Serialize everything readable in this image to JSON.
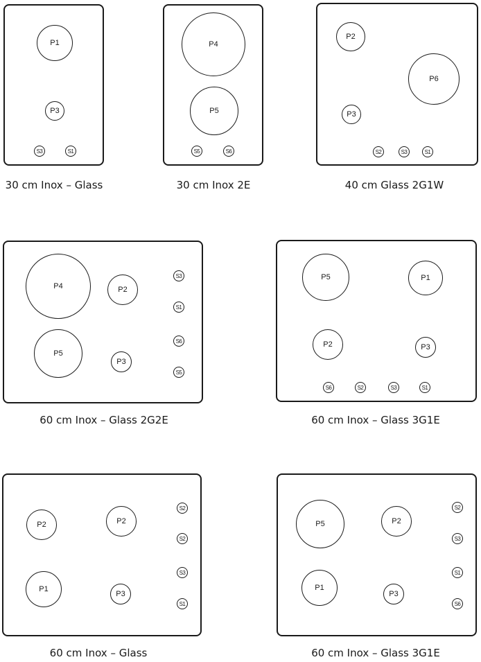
{
  "hobs": [
    {
      "caption": "30 cm Inox – Glass",
      "burners": [
        "P1",
        "P3"
      ],
      "knobs": [
        "S3",
        "S1"
      ]
    },
    {
      "caption": "30 cm Inox 2E",
      "burners": [
        "P4",
        "P5"
      ],
      "knobs": [
        "S5",
        "S6"
      ]
    },
    {
      "caption": "40 cm Glass 2G1W",
      "burners": [
        "P2",
        "P6",
        "P3"
      ],
      "knobs": [
        "S2",
        "S3",
        "S1"
      ]
    },
    {
      "caption": "60 cm Inox – Glass 2G2E",
      "burners": [
        "P4",
        "P2",
        "P5",
        "P3"
      ],
      "knobs": [
        "S3",
        "S1",
        "S6",
        "S5"
      ]
    },
    {
      "caption": "60 cm Inox – Glass 3G1E",
      "burners": [
        "P5",
        "P1",
        "P2",
        "P3"
      ],
      "knobs": [
        "S6",
        "S2",
        "S3",
        "S1"
      ]
    },
    {
      "caption": "60 cm Inox – Glass",
      "burners": [
        "P2",
        "P2",
        "P1",
        "P3"
      ],
      "knobs": [
        "S2",
        "S2",
        "S3",
        "S1"
      ]
    },
    {
      "caption": "60 cm Inox – Glass 3G1E",
      "burners": [
        "P5",
        "P2",
        "P1",
        "P3"
      ],
      "knobs": [
        "S2",
        "S3",
        "S1",
        "S6"
      ]
    }
  ]
}
